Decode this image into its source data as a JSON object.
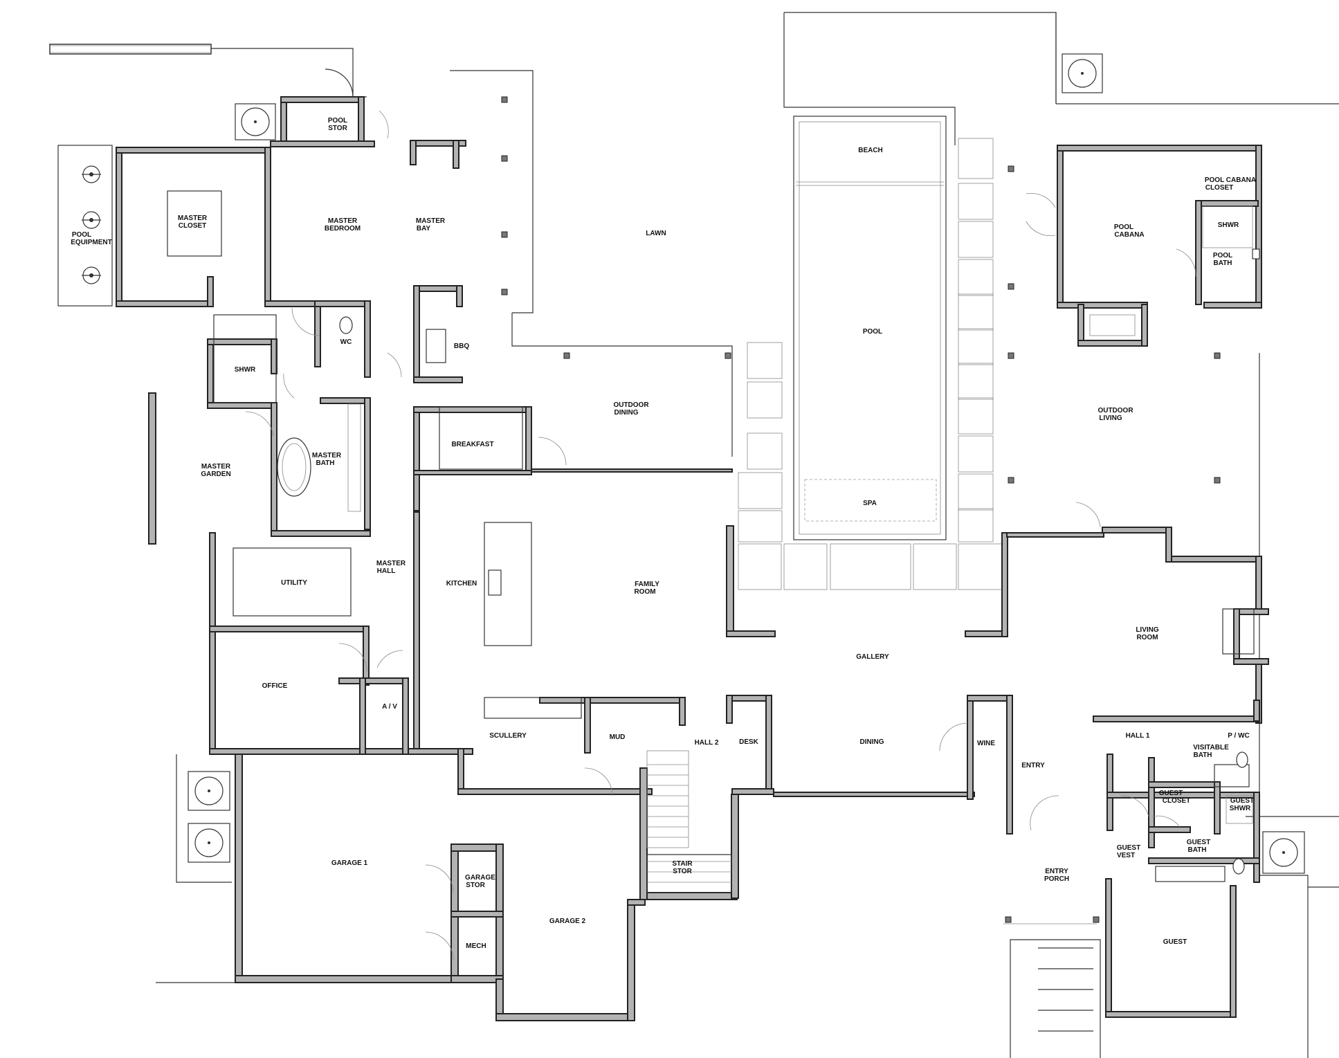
{
  "rooms": {
    "pool_stor": [
      "POOL",
      "STOR"
    ],
    "master_closet": [
      "MASTER",
      "CLOSET"
    ],
    "pool_equipment": [
      "POOL",
      "EQUIPMENT"
    ],
    "master_bedroom": [
      "MASTER",
      "BEDROOM"
    ],
    "master_bay": [
      "MASTER",
      "BAY"
    ],
    "lawn": [
      "LAWN"
    ],
    "beach": [
      "BEACH"
    ],
    "pool": [
      "POOL"
    ],
    "spa": [
      "SPA"
    ],
    "pool_cabana_closet": [
      "POOL CABANA",
      "CLOSET"
    ],
    "pool_cabana": [
      "POOL",
      "CABANA"
    ],
    "cabana_shwr": [
      "SHWR"
    ],
    "pool_bath": [
      "POOL",
      "BATH"
    ],
    "wc": [
      "WC"
    ],
    "master_shwr": [
      "SHWR"
    ],
    "bbq": [
      "BBQ"
    ],
    "outdoor_dining": [
      "OUTDOOR",
      "DINING"
    ],
    "outdoor_living": [
      "OUTDOOR",
      "LIVING"
    ],
    "master_bath": [
      "MASTER",
      "BATH"
    ],
    "master_garden": [
      "MASTER",
      "GARDEN"
    ],
    "breakfast": [
      "BREAKFAST"
    ],
    "utility": [
      "UTILITY"
    ],
    "master_hall": [
      "MASTER",
      "HALL"
    ],
    "kitchen": [
      "KITCHEN"
    ],
    "family_room": [
      "FAMILY",
      "ROOM"
    ],
    "living_room": [
      "LIVING",
      "ROOM"
    ],
    "gallery": [
      "GALLERY"
    ],
    "office": [
      "OFFICE"
    ],
    "av": [
      "A / V"
    ],
    "scullery": [
      "SCULLERY"
    ],
    "mud": [
      "MUD"
    ],
    "desk": [
      "DESK"
    ],
    "hall2": [
      "HALL 2"
    ],
    "dining": [
      "DINING"
    ],
    "wine": [
      "WINE"
    ],
    "entry": [
      "ENTRY"
    ],
    "hall1": [
      "HALL 1"
    ],
    "pwc": [
      "P / WC"
    ],
    "visitable_bath": [
      "VISITABLE",
      "BATH"
    ],
    "guest_closet": [
      "GUEST",
      "CLOSET"
    ],
    "guest_shwr": [
      "GUEST",
      "SHWR"
    ],
    "guest_vest": [
      "GUEST",
      "VEST"
    ],
    "guest_bath": [
      "GUEST",
      "BATH"
    ],
    "garage1": [
      "GARAGE 1"
    ],
    "garage_stor": [
      "GARAGE",
      "STOR"
    ],
    "stair_stor": [
      "STAIR",
      "STOR"
    ],
    "entry_porch": [
      "ENTRY",
      "PORCH"
    ],
    "mech": [
      "MECH"
    ],
    "garage2": [
      "GARAGE 2"
    ],
    "guest": [
      "GUEST"
    ]
  }
}
